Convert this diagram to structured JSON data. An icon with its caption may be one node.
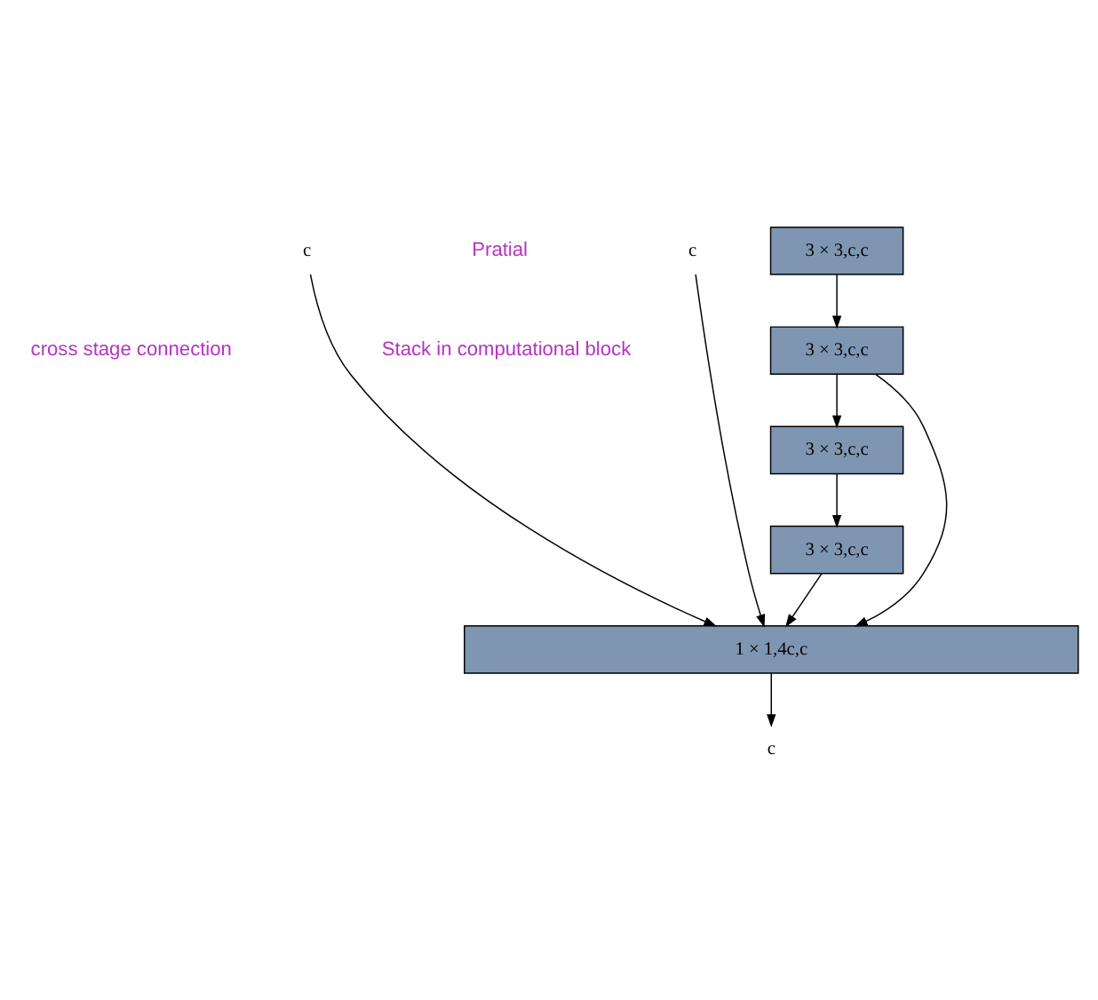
{
  "diagram": {
    "nodes": [
      {
        "text": [
          "c"
        ]
      },
      {
        "text": [
          "c"
        ]
      },
      {
        "text": [
          "3 × 3,c,c"
        ]
      },
      {
        "text": [
          "3 × 3,c,c"
        ]
      },
      {
        "text": [
          "3 × 3,c,c"
        ]
      },
      {
        "text": [
          "3 × 3,c,c"
        ]
      },
      {
        "text": [
          "1 × 1,4c,c"
        ]
      },
      {
        "text": [
          "c"
        ]
      }
    ],
    "edges": [
      {
        "from": 0,
        "to": 6,
        "arrow": "to"
      },
      {
        "from": 1,
        "to": 6,
        "arrow": "to"
      },
      {
        "from": 2,
        "to": 3,
        "arrow": "to"
      },
      {
        "from": 3,
        "to": 6,
        "arrow": "to"
      },
      {
        "from": 3,
        "to": 4,
        "arrow": "to"
      },
      {
        "from": 4,
        "to": 5,
        "arrow": "to"
      },
      {
        "from": 5,
        "to": 6,
        "arrow": "to"
      },
      {
        "from": 6,
        "to": 7,
        "arrow": "to"
      }
    ],
    "labels": [
      "Pratial",
      "Stack in computational block",
      "cross stage connection"
    ]
  }
}
